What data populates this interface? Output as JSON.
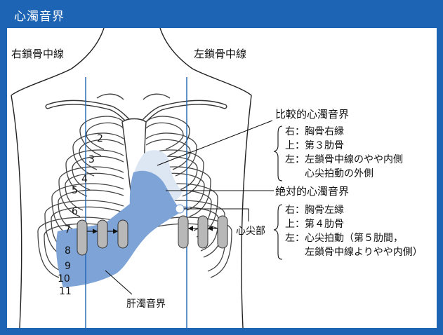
{
  "header": {
    "title": "心濁音界"
  },
  "colors": {
    "header_bg": "#1e64b4",
    "relative_dullness": "#dde6f3",
    "absolute_dullness": "#7ea3d6",
    "finger": "#b8b8b8",
    "midclavicular_line": "#1e64b4"
  },
  "diagram": {
    "right_midclavicular_label": "右鎖骨中線",
    "left_midclavicular_label": "左鎖骨中線",
    "rib_numbers": [
      "2",
      "3",
      "4",
      "5",
      "6",
      "7",
      "8",
      "9",
      "10",
      "11"
    ],
    "apex_label": "心尖部",
    "liver_dullness_label": "肝濁音界",
    "relative": {
      "title": "比較的心濁音界",
      "lines": [
        {
          "key": "右：",
          "text": "胸骨右縁"
        },
        {
          "key": "上：",
          "text": "第３肋骨"
        },
        {
          "key": "左：",
          "text": "左鎖骨中線のやや内側"
        },
        {
          "key": "",
          "text": "心尖拍動の外側"
        }
      ]
    },
    "absolute": {
      "title": "絶対的心濁音界",
      "lines": [
        {
          "key": "右：",
          "text": "胸骨左縁"
        },
        {
          "key": "上：",
          "text": "第４肋骨"
        },
        {
          "key": "左：",
          "text": "心尖拍動（第５肋間，"
        },
        {
          "key": "",
          "text": "左鎖骨中線よりやや内側）"
        }
      ]
    }
  }
}
